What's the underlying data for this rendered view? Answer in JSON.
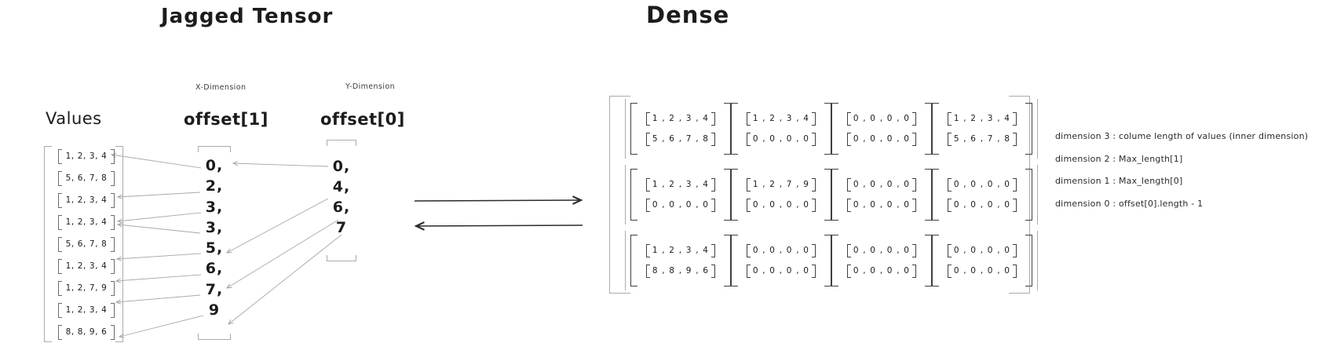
{
  "jagged": {
    "title": "Jagged Tensor",
    "values_label": "Values",
    "x_dimension_label": "X-Dimension",
    "y_dimension_label": "Y-Dimension",
    "offset1_label": "offset[1]",
    "offset0_label": "offset[0]",
    "values_rows": [
      "1, 2, 3, 4",
      "5, 6, 7, 8",
      "1, 2, 3, 4",
      "1, 2, 3, 4",
      "5, 6, 7, 8",
      "1, 2, 3, 4",
      "1, 2, 7, 9",
      "1, 2, 3, 4",
      "8, 8, 9, 6"
    ],
    "offset1_values": [
      "0,",
      "2,",
      "3,",
      "3,",
      "5,",
      "6,",
      "7,",
      "9"
    ],
    "offset0_values": [
      "0,",
      "4,",
      "6,",
      "7"
    ]
  },
  "dense": {
    "title": "Dense",
    "grid": [
      [
        [
          "1 , 2 , 3 , 4",
          "5 , 6 , 7 , 8"
        ],
        [
          "1 , 2 , 3 , 4",
          "0 , 0 , 0 , 0"
        ],
        [
          "0 , 0 , 0 , 0",
          "0 , 0 , 0 , 0"
        ],
        [
          "1 , 2 , 3 , 4",
          "5 , 6 , 7 , 8"
        ]
      ],
      [
        [
          "1 , 2 , 3 , 4",
          "0 , 0 , 0 , 0"
        ],
        [
          "1 , 2 , 7 , 9",
          "0 , 0 , 0 , 0"
        ],
        [
          "0 , 0 , 0 , 0",
          "0 , 0 , 0 , 0"
        ],
        [
          "0 , 0 , 0 , 0",
          "0 , 0 , 0 , 0"
        ]
      ],
      [
        [
          "1 , 2 , 3 , 4",
          "8 , 8 , 9 , 6"
        ],
        [
          "0 , 0 , 0 , 0",
          "0 , 0 , 0 , 0"
        ],
        [
          "0 , 0 , 0 , 0",
          "0 , 0 , 0 , 0"
        ],
        [
          "0 , 0 , 0 , 0",
          "0 , 0 , 0 , 0"
        ]
      ]
    ]
  },
  "annotations": [
    "dimension 3 : colume length of values (inner dimension)",
    "dimension 2 : Max_length[1]",
    "dimension 1  : Max_length[0]",
    "dimension 0 : offset[0].length - 1"
  ],
  "colors": {
    "ink": "#1c1c1c",
    "bracket_light": "#ababab",
    "bracket_dark": "#3f3f3f",
    "arrow_gray": "#a5a5a5",
    "arrow_black": "#2b2b2b"
  }
}
